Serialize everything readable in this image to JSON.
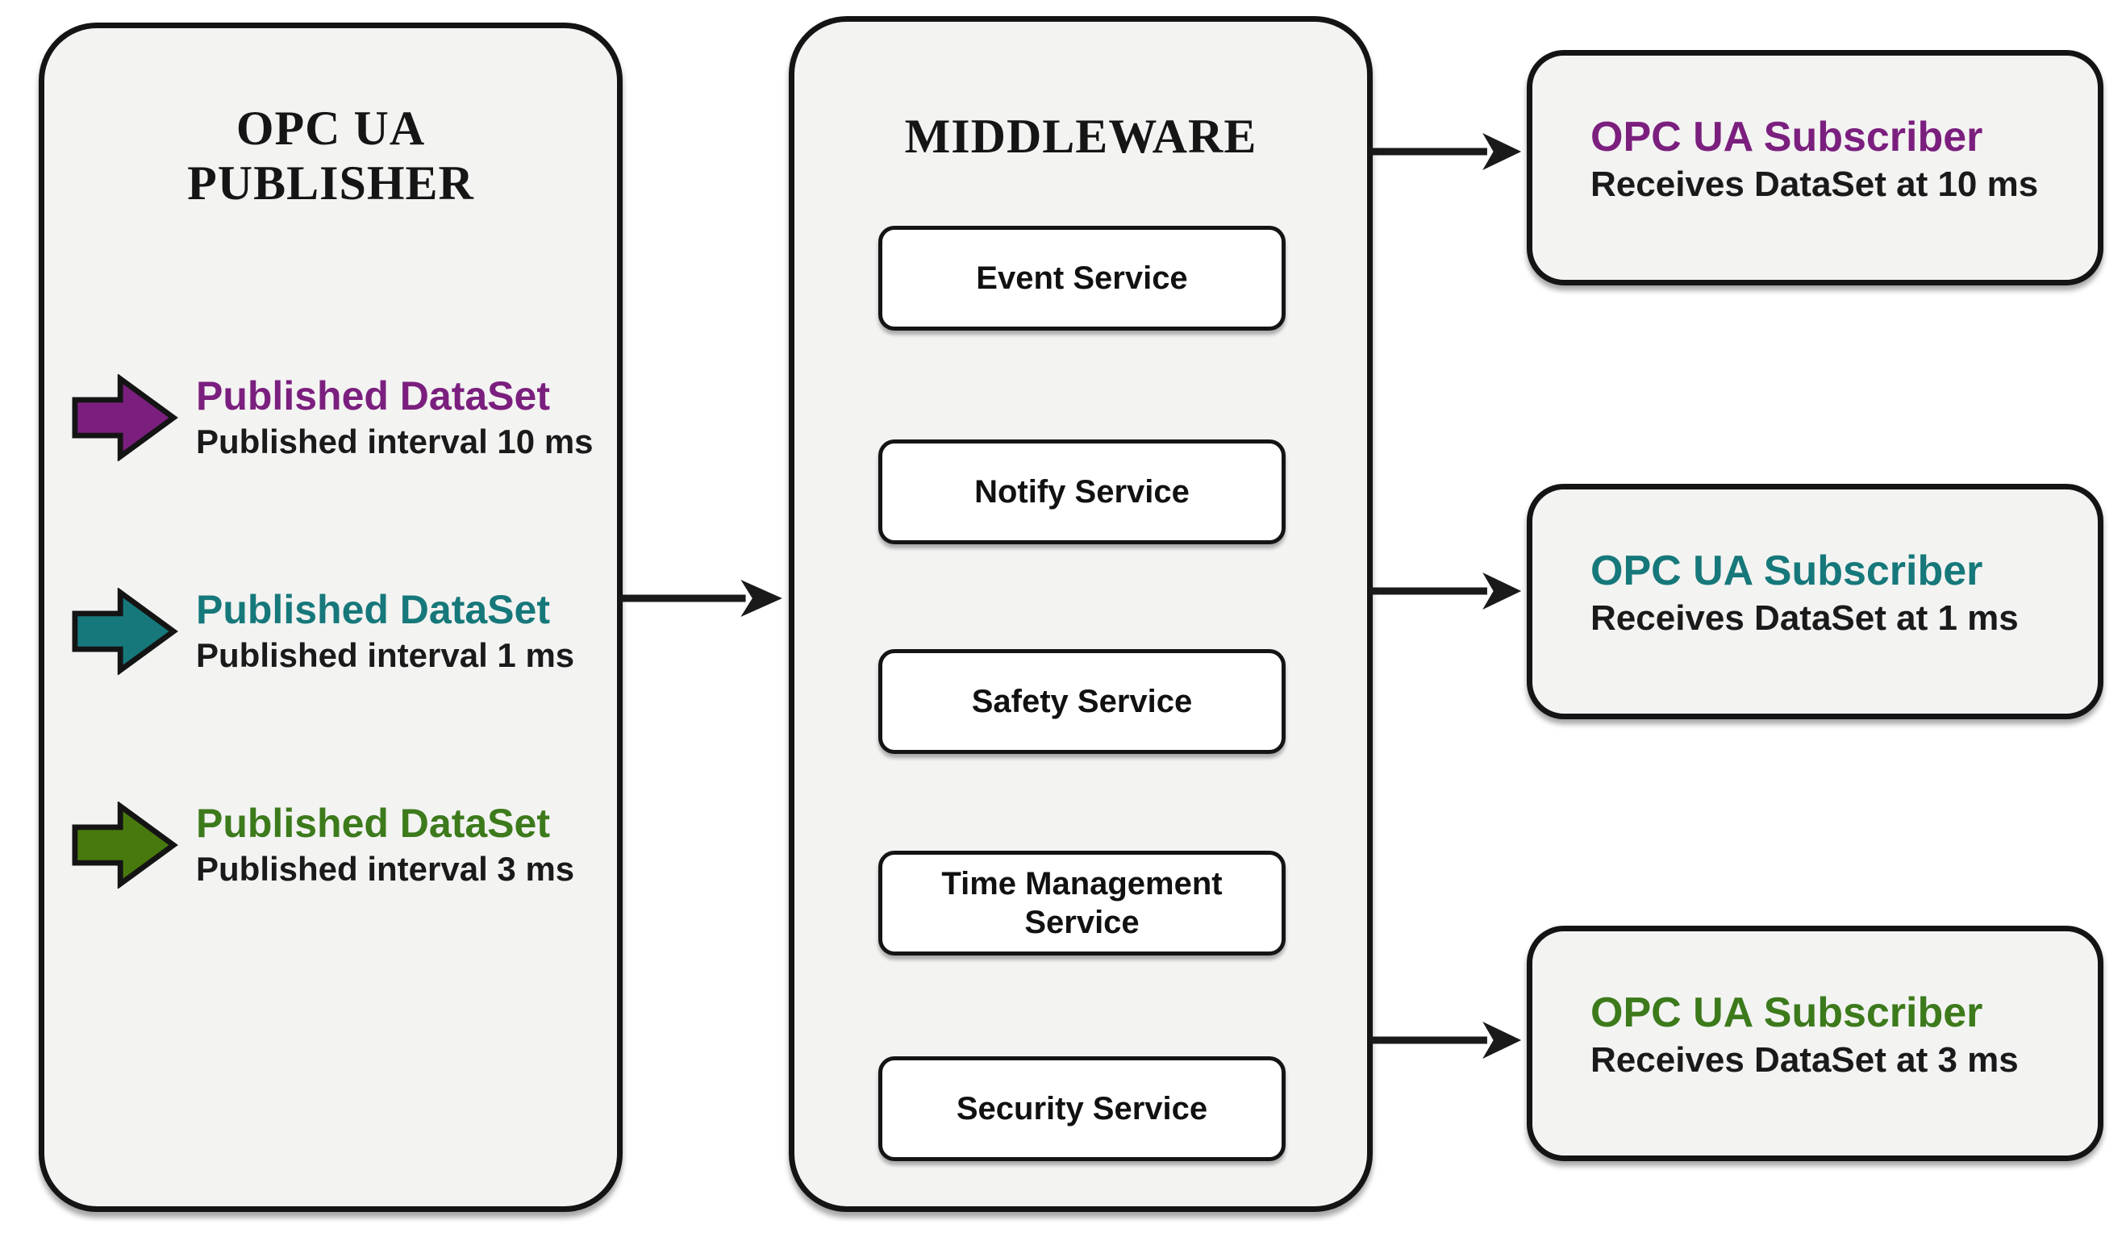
{
  "diagram": {
    "publisher": {
      "title": "OPC UA\nPUBLISHER",
      "datasets": [
        {
          "label": "Published DataSet",
          "interval": "Published interval 10 ms",
          "text_color": "#7B1F7E",
          "arrow_color": "#7B1F7E",
          "arrow_icon": "right-block-arrow"
        },
        {
          "label": "Published DataSet",
          "interval": "Published interval 1 ms",
          "text_color": "#16787A",
          "arrow_color": "#16787A",
          "arrow_icon": "right-block-arrow"
        },
        {
          "label": "Published DataSet",
          "interval": "Published interval 3 ms",
          "text_color": "#3C7A1B",
          "arrow_color": "#48790E",
          "arrow_icon": "right-block-arrow"
        }
      ]
    },
    "middleware": {
      "title": "MIDDLEWARE",
      "services": [
        {
          "label": "Event Service"
        },
        {
          "label": "Notify Service"
        },
        {
          "label": "Safety Service"
        },
        {
          "label": "Time Management Service"
        },
        {
          "label": "Security Service"
        }
      ]
    },
    "subscribers": [
      {
        "title": "OPC UA Subscriber",
        "detail": "Receives DataSet at 10 ms",
        "title_color": "#7B1F7E"
      },
      {
        "title": "OPC UA Subscriber",
        "detail": "Receives DataSet at 1 ms",
        "title_color": "#16787A"
      },
      {
        "title": "OPC UA Subscriber",
        "detail": "Receives DataSet at 3 ms",
        "title_color": "#3C7A1B"
      }
    ],
    "colors": {
      "ink": "#1a1a1a",
      "box_fill": "#f3f3f2",
      "box_border": "#141414",
      "service_fill": "#ffffff",
      "purple": "#7B1F7E",
      "teal": "#16787A",
      "green_text": "#3C7A1B",
      "green_arrow": "#48790E",
      "connector": "#1a1a1a"
    }
  }
}
